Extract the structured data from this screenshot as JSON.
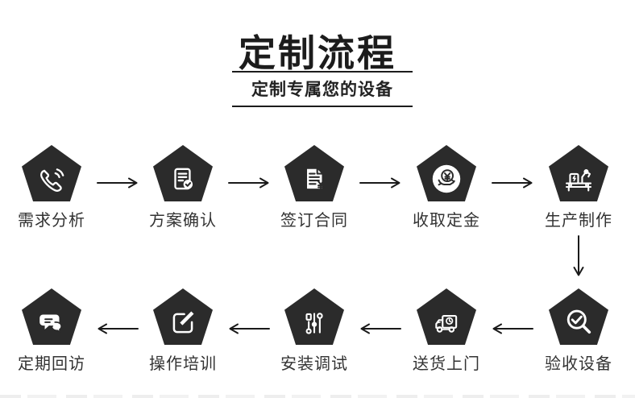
{
  "header": {
    "title": "定制流程",
    "subtitle": "定制专属您的设备"
  },
  "colors": {
    "pentagon": "#2b2b2b",
    "icon": "#ffffff",
    "label_text": "#333333",
    "title_text": "#1c1c1c",
    "arrow": "#1a1a1a",
    "background": "#ffffff"
  },
  "flow": {
    "steps": [
      {
        "label": "需求分析",
        "icon": "phone-icon"
      },
      {
        "label": "方案确认",
        "icon": "document-check-icon"
      },
      {
        "label": "签订合同",
        "icon": "contract-yuan-icon"
      },
      {
        "label": "收取定金",
        "icon": "coin-hand-icon"
      },
      {
        "label": "生产制作",
        "icon": "factory-machine-icon"
      },
      {
        "label": "验收设备",
        "icon": "magnifier-check-icon"
      },
      {
        "label": "送货上门",
        "icon": "delivery-truck-icon"
      },
      {
        "label": "安装调试",
        "icon": "sliders-icon"
      },
      {
        "label": "操作培训",
        "icon": "edit-pencil-icon"
      },
      {
        "label": "定期回访",
        "icon": "chat-bubbles-icon"
      }
    ],
    "top_row_order": [
      0,
      1,
      2,
      3,
      4
    ],
    "bottom_row_order": [
      9,
      8,
      7,
      6,
      5
    ],
    "arrow_directions": {
      "top_row": "right",
      "connector": "down",
      "bottom_row": "left"
    }
  }
}
